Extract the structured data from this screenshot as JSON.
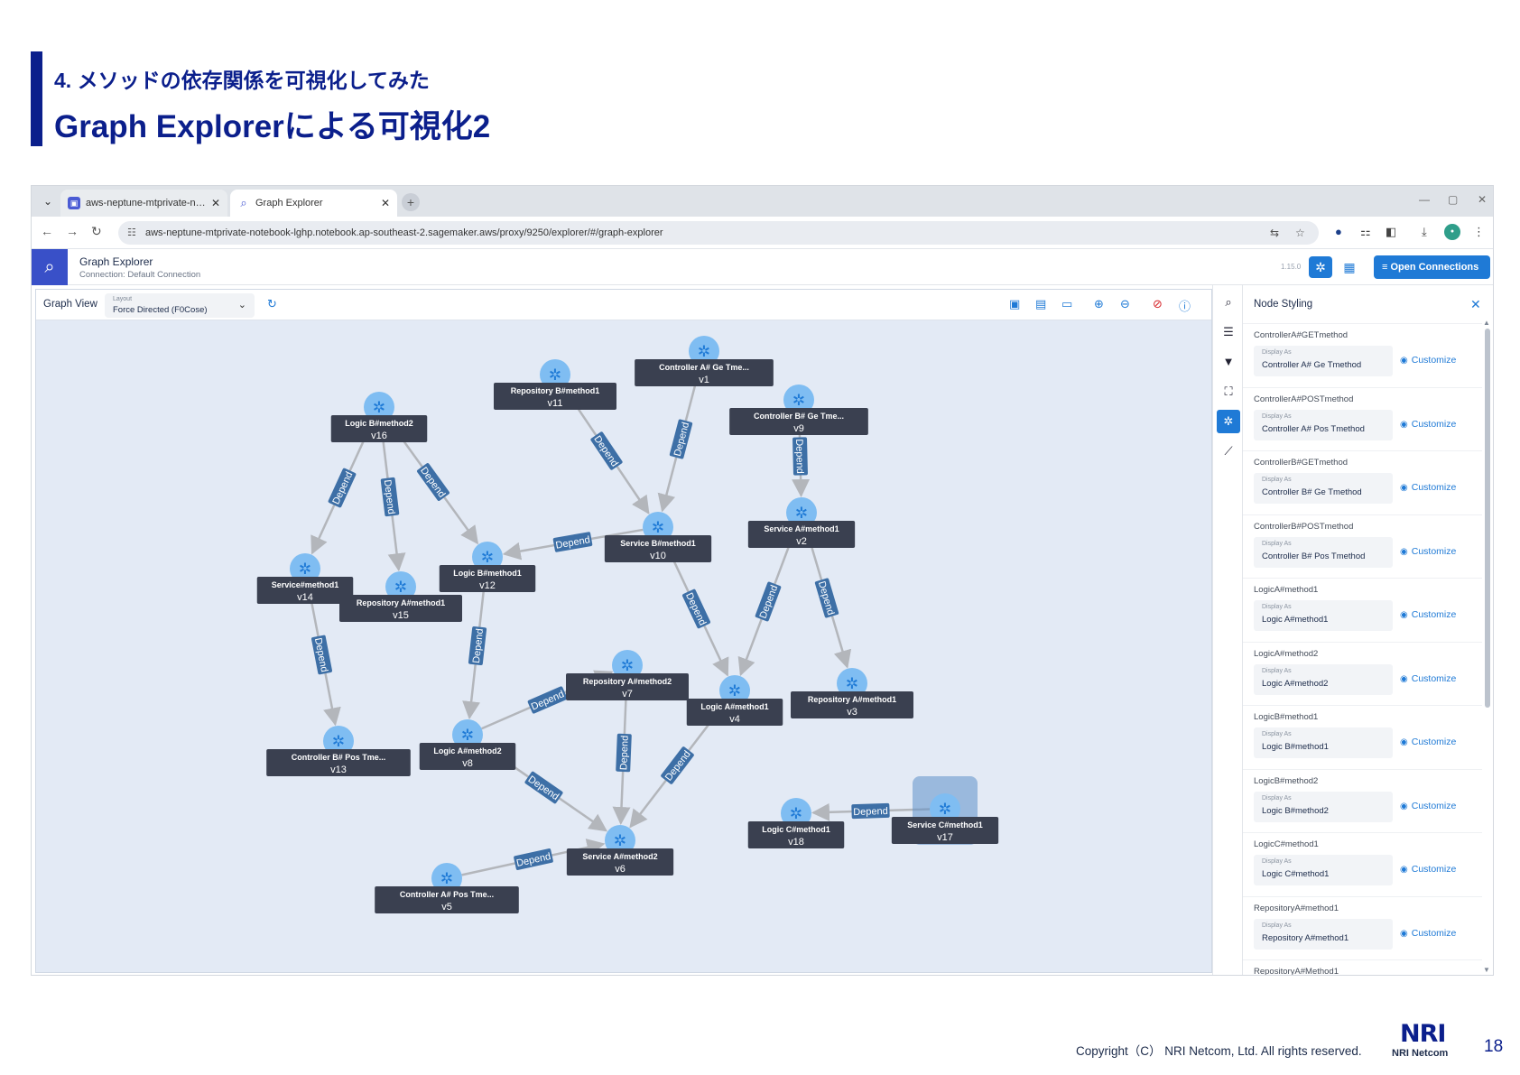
{
  "slide": {
    "subtitle": "4. メソッドの依存関係を可視化してみた",
    "title": "Graph Explorerによる可視化2",
    "copyright": "Copyright（C） NRI Netcom, Ltd. All rights reserved.",
    "logo_text": "NRI",
    "logo_sub": "NRI Netcom",
    "page_number": "18"
  },
  "browser": {
    "tabs": [
      {
        "label": "aws-neptune-mtprivate-notebook",
        "icon": "notebook-icon"
      },
      {
        "label": "Graph Explorer",
        "icon": "magnifier-graph-icon"
      }
    ],
    "url": "aws-neptune-mtprivate-notebook-lghp.notebook.ap-southeast-2.sagemaker.aws/proxy/9250/explorer/#/graph-explorer"
  },
  "app": {
    "name": "Graph Explorer",
    "connection": "Connection: Default Connection",
    "version": "1.15.0",
    "open_connections": "Open Connections"
  },
  "graph_view": {
    "title": "Graph View",
    "layout_label": "Layout",
    "layout_value": "Force Directed (F0Cose)"
  },
  "graph": {
    "edge_label": "Depend",
    "nodes": [
      {
        "id": "v1",
        "label": "Controller A# Ge Tme..."
      },
      {
        "id": "v2",
        "label": "Service A#method1"
      },
      {
        "id": "v3",
        "label": "Repository A#method1"
      },
      {
        "id": "v4",
        "label": "Logic A#method1"
      },
      {
        "id": "v5",
        "label": "Controller A# Pos Tme..."
      },
      {
        "id": "v6",
        "label": "Service A#method2"
      },
      {
        "id": "v7",
        "label": "Repository A#method2"
      },
      {
        "id": "v8",
        "label": "Logic A#method2"
      },
      {
        "id": "v9",
        "label": "Controller B# Ge Tme..."
      },
      {
        "id": "v10",
        "label": "Service B#method1"
      },
      {
        "id": "v11",
        "label": "Repository B#method1"
      },
      {
        "id": "v12",
        "label": "Logic B#method1"
      },
      {
        "id": "v13",
        "label": "Controller B# Pos Tme..."
      },
      {
        "id": "v14",
        "label": "Service#method1"
      },
      {
        "id": "v15",
        "label": "Repository A#method1"
      },
      {
        "id": "v16",
        "label": "Logic B#method2"
      },
      {
        "id": "v17",
        "label": "Service C#method1"
      },
      {
        "id": "v18",
        "label": "Logic C#method1"
      }
    ],
    "edges": [
      [
        "v1",
        "v10"
      ],
      [
        "v9",
        "v2"
      ],
      [
        "v11",
        "v10"
      ],
      [
        "v10",
        "v12"
      ],
      [
        "v10",
        "v4"
      ],
      [
        "v2",
        "v4"
      ],
      [
        "v2",
        "v3"
      ],
      [
        "v16",
        "v14"
      ],
      [
        "v16",
        "v15"
      ],
      [
        "v16",
        "v12"
      ],
      [
        "v14",
        "v13"
      ],
      [
        "v12",
        "v8"
      ],
      [
        "v8",
        "v7"
      ],
      [
        "v8",
        "v6"
      ],
      [
        "v7",
        "v6"
      ],
      [
        "v4",
        "v6"
      ],
      [
        "v5",
        "v6"
      ],
      [
        "v17",
        "v18"
      ]
    ]
  },
  "node_styling": {
    "title": "Node Styling",
    "display_as_label": "Display As",
    "customize_label": "Customize",
    "items": [
      {
        "type": "ControllerA#GETmethod",
        "display": "Controller A# Ge Tmethod"
      },
      {
        "type": "ControllerA#POSTmethod",
        "display": "Controller A# Pos Tmethod"
      },
      {
        "type": "ControllerB#GETmethod",
        "display": "Controller B# Ge Tmethod"
      },
      {
        "type": "ControllerB#POSTmethod",
        "display": "Controller B# Pos Tmethod"
      },
      {
        "type": "LogicA#method1",
        "display": "Logic A#method1"
      },
      {
        "type": "LogicA#method2",
        "display": "Logic A#method2"
      },
      {
        "type": "LogicB#method1",
        "display": "Logic B#method1"
      },
      {
        "type": "LogicB#method2",
        "display": "Logic B#method2"
      },
      {
        "type": "LogicC#method1",
        "display": "Logic C#method1"
      },
      {
        "type": "RepositoryA#method1",
        "display": "Repository A#method1"
      },
      {
        "type": "RepositoryA#Method1",
        "display": ""
      }
    ]
  },
  "colors": {
    "accent": "#1f7ad6",
    "node_fill": "#7fbdf2",
    "node_icon": "#1f7ad6",
    "label_bg": "#3a4050",
    "edge": "#b3b6bb",
    "edge_label_bg": "#3d6fa6",
    "canvas_bg": "#e3eaf5",
    "slide_title": "#0b1f8c"
  }
}
